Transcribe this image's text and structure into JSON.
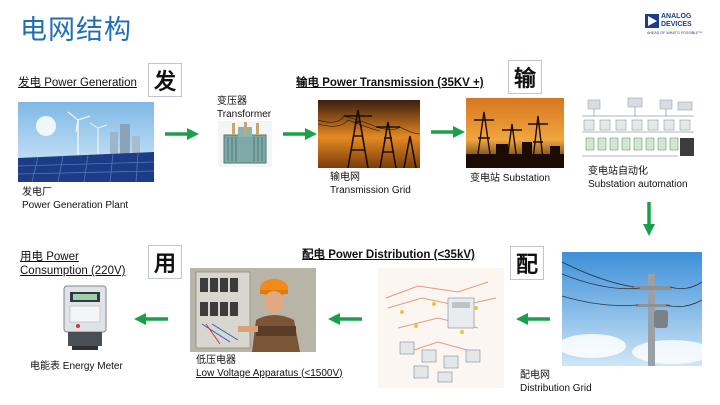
{
  "header": {
    "title": "电网结构"
  },
  "logo": {
    "line1": "ANALOG",
    "line2": "DEVICES",
    "tagline": "AHEAD OF WHAT'S POSSIBLE™",
    "color": "#1a3c8a"
  },
  "sections": {
    "generation": {
      "label": "发电 Power Generation",
      "badge": "发"
    },
    "transmission": {
      "label": "输电 Power Transmission (35KV +)",
      "badge": "输"
    },
    "distribution": {
      "label": "配电 Power Distribution (<35kV)",
      "badge": "配"
    },
    "consumption": {
      "label_line1": "用电 Power",
      "label_line2": "Consumption (220V)",
      "badge": "用"
    }
  },
  "captions": {
    "plant": {
      "zh": "发电厂",
      "en": "Power Generation Plant"
    },
    "transformer": {
      "zh": "变压器",
      "en": "Transformer"
    },
    "grid": {
      "zh": "输电网",
      "en": "Transmission Grid"
    },
    "substation": {
      "text": "变电站  Substation"
    },
    "automation": {
      "zh": "变电站自动化",
      "en": "Substation automation"
    },
    "distgrid": {
      "zh": "配电网",
      "en": "Distribution Grid"
    },
    "lowvolt": {
      "zh": "低压电器",
      "en": "Low Voltage Apparatus (<1500V)"
    },
    "meter": {
      "text": "电能表 Energy Meter"
    }
  },
  "colors": {
    "title": "#1f6fb4",
    "arrow": "#1aa04a"
  }
}
